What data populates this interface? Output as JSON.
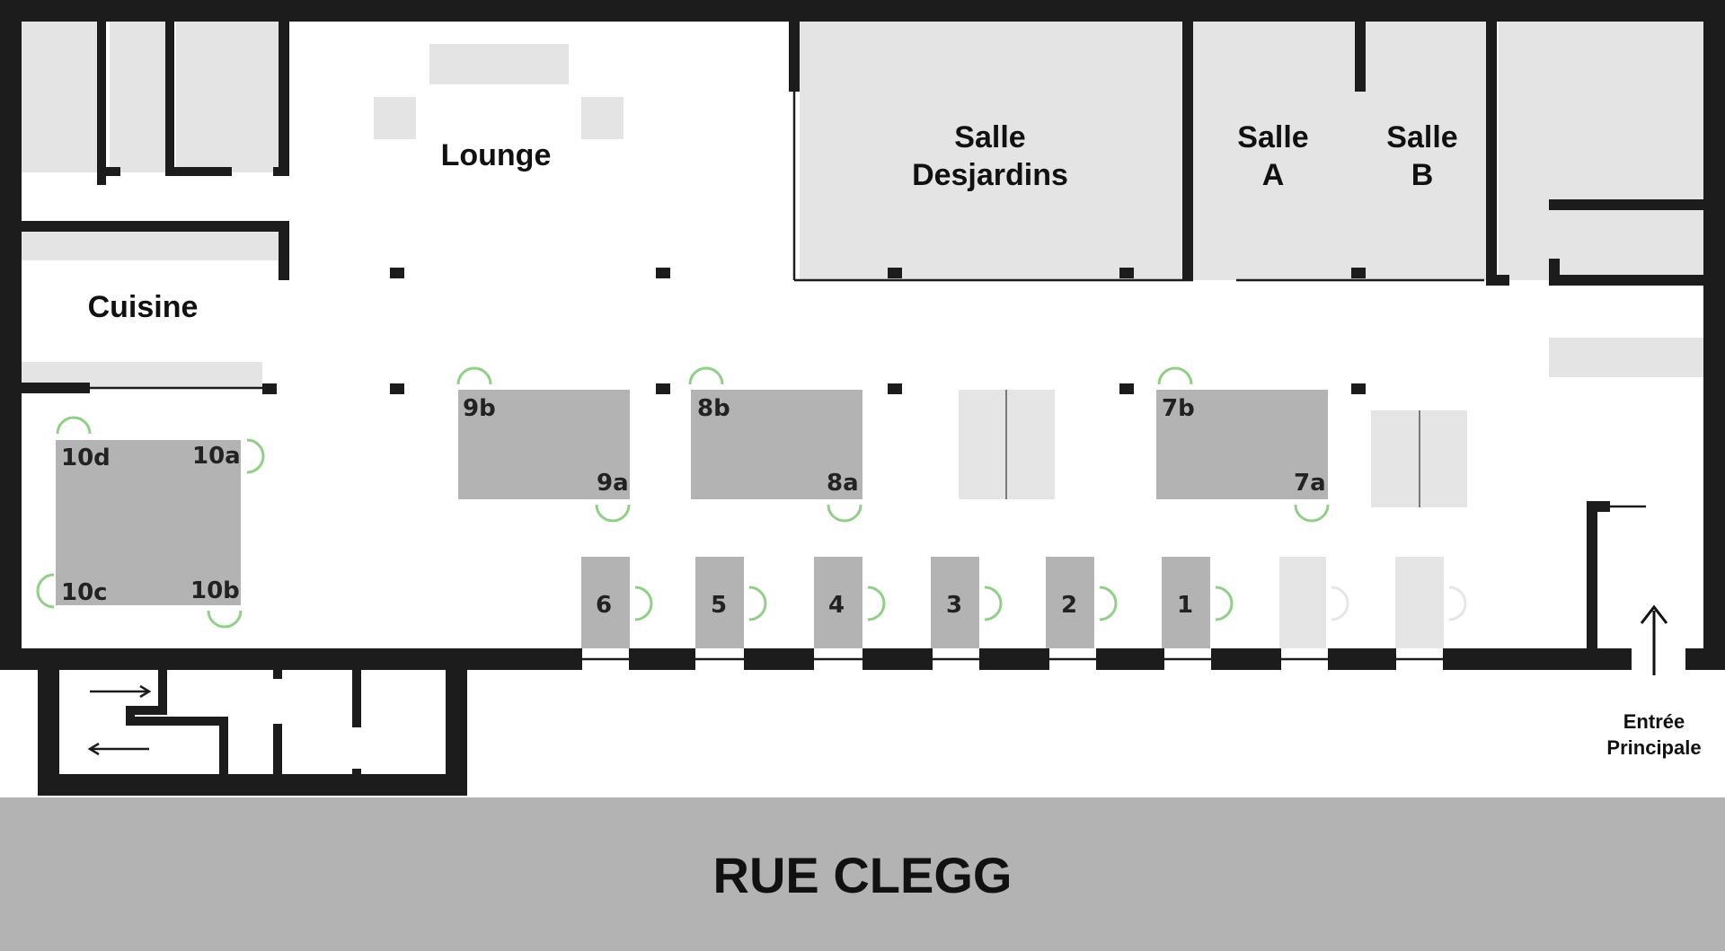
{
  "rooms": {
    "lounge": "Lounge",
    "desjardins_line1": "Salle",
    "desjardins_line2": "Desjardins",
    "salle_a_line1": "Salle",
    "salle_a_line2": "A",
    "salle_b_line1": "Salle",
    "salle_b_line2": "B",
    "cuisine": "Cuisine"
  },
  "street": "RUE CLEGG",
  "entrance": {
    "line1": "Entrée",
    "line2": "Principale"
  },
  "tables": {
    "t10": [
      "10d",
      "10a",
      "10c",
      "10b"
    ],
    "t9": [
      "9b",
      "9a"
    ],
    "t8": [
      "8b",
      "8a"
    ],
    "t7": [
      "7b",
      "7a"
    ],
    "small": [
      "6",
      "5",
      "4",
      "3",
      "2",
      "1"
    ]
  },
  "colors": {
    "wall": "#1c1c1c",
    "table": "#b3b3b3",
    "room_fill": "#e4e4e4",
    "seat": "#8fcf86",
    "street": "#b3b3b3"
  }
}
